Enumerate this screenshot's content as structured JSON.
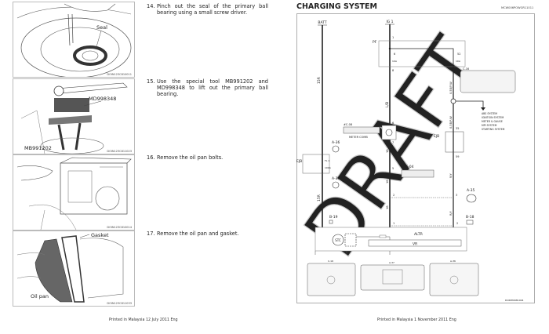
{
  "left_page": {
    "steps": [
      {
        "num": "14.",
        "text": "Pinch out the seal of the primary ball bearing using a small screw driver.",
        "figure_labels": [
          "Seal"
        ],
        "figure_code": "DOIN123C810011"
      },
      {
        "num": "15.",
        "text": "Use the special tool MB991202 and MD998348 to lift out the primary ball bearing.",
        "figure_labels": [
          "MD998348",
          "MB991202"
        ],
        "figure_code": "DOIN123C811023"
      },
      {
        "num": "16.",
        "text": "Remove the oil pan bolts.",
        "figure_labels": [],
        "figure_code": "DOIN123C810014"
      },
      {
        "num": "17.",
        "text": "Remove the oil pan and gasket.",
        "figure_labels": [
          "Gasket",
          "Oil pan"
        ],
        "figure_code": "DOIN123C811033"
      }
    ],
    "footer": "Printed in Malaysia 12 July 2011 Eng"
  },
  "right_page": {
    "title": "CHARGING SYSTEM",
    "code": "MCW006POWGR11011",
    "diagram": {
      "batt": "BATT",
      "ig1": "IG 1",
      "pf": "PF",
      "wire_15r": "15R",
      "wire_lb": "L/B",
      "wire_1b": "1B",
      "wire_bpw": "0.5B/P-W",
      "wire_ry": "R/Y",
      "fuse_left_num": "6",
      "fuse_right_num": "52",
      "fuse_rating": "10A",
      "fusible_link": "FL 1",
      "fusible_rating": "100A",
      "ejb": "EJB",
      "meter_conn": "#C-08",
      "meter_combi": "METER COMB",
      "c04": "C-04",
      "c16": "C-16",
      "a36": "A-36",
      "a37": "A-37",
      "a35": "A-35",
      "b19": "B-19",
      "b18": "B-18",
      "altr": "ALTR",
      "vr": "VR",
      "stc": "STC",
      "systems": [
        "ABS SYSTEM",
        "IGNITION SYSTEM",
        "METER & GAUGE",
        "MPI SYSTEM",
        "STARTING SYSTEM"
      ],
      "pins": {
        "p1": "1",
        "p2": "2",
        "p3": "3",
        "p5": "5",
        "p6": "6",
        "p7": "7",
        "p8": "8",
        "p35": "35",
        "p59": "59"
      },
      "connector_labels": [
        "C-16",
        "A-37",
        "A-36"
      ],
      "watermark": "DRAFT",
      "figure_code": "DOINH0681004"
    },
    "footer": "Printed in Malaysia 1 November 2011 Eng"
  }
}
